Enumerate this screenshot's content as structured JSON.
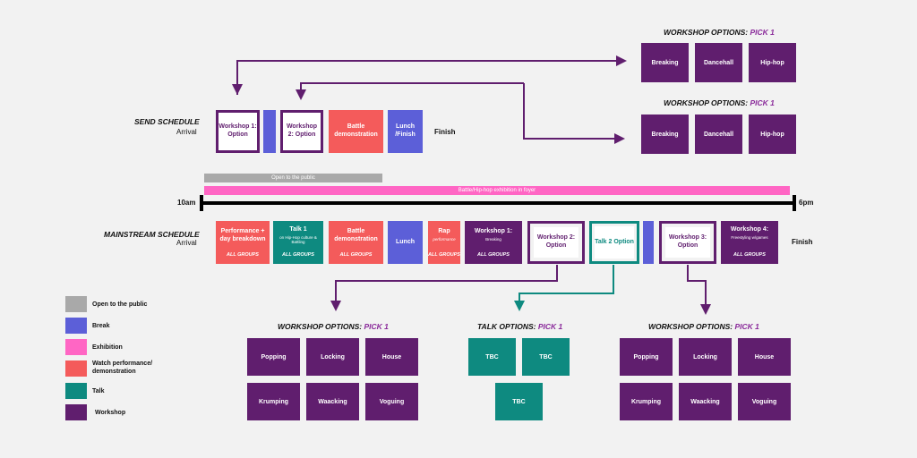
{
  "colors": {
    "workshop": "#601e6e",
    "talk": "#0e8a80",
    "watch": "#f45b5b",
    "break": "#5c5fd8",
    "exhibition": "#ff66c4",
    "open": "#a9a9a9",
    "arrow": "#601e6e"
  },
  "send": {
    "heading": "SEND SCHEDULE",
    "arrival": "Arrival",
    "finish": "Finish",
    "blocks": {
      "ws1": "Workshop 1: Option",
      "ws2": "Workshop 2: Option",
      "battle": "Battle demonstration",
      "lunch": "Lunch /Finish"
    },
    "options_top": {
      "title_prefix": "WORKSHOP OPTIONS:",
      "title_accent": "PICK 1",
      "items": [
        "Breaking",
        "Dancehall",
        "Hip-hop"
      ]
    },
    "options_mid": {
      "title_prefix": "WORKSHOP OPTIONS:",
      "title_accent": "PICK 1",
      "items": [
        "Breaking",
        "Dancehall",
        "Hip-hop"
      ]
    }
  },
  "bars": {
    "open": "Open to the public",
    "exhibition": "Battle/Hip-hop exhibition in foyer"
  },
  "timeline": {
    "start": "10am",
    "end": "6pm"
  },
  "mainstream": {
    "heading": "MAINSTREAM SCHEDULE",
    "arrival": "Arrival",
    "finish": "Finish",
    "blocks": {
      "perf": {
        "title": "Performance + day breakdown",
        "group": "ALL GROUPS"
      },
      "talk1": {
        "title": "Talk 1",
        "sub": "on Hip-Hop culture & Battling",
        "group": "ALL GROUPS"
      },
      "battle": {
        "title": "Battle demonstration",
        "group": "ALL GROUPS"
      },
      "lunch": {
        "title": "Lunch"
      },
      "rap": {
        "title": "Rap",
        "sub": "performance",
        "group": "ALL GROUPS"
      },
      "ws1": {
        "title": "Workshop 1:",
        "sub": "Breaking",
        "group": "ALL GROUPS"
      },
      "ws2": {
        "title": "Workshop 2: Option"
      },
      "talk2": {
        "title": "Talk 2 Option"
      },
      "ws3": {
        "title": "Workshop 3: Option"
      },
      "ws4": {
        "title": "Workshop 4:",
        "sub": "Freestyling w/games",
        "group": "ALL GROUPS"
      }
    }
  },
  "bottom_options": {
    "ws_left": {
      "title_prefix": "WORKSHOP OPTIONS:",
      "title_accent": "PICK 1",
      "items": [
        "Popping",
        "Locking",
        "House",
        "Krumping",
        "Waacking",
        "Voguing"
      ]
    },
    "talk": {
      "title_prefix": "TALK OPTIONS:",
      "title_accent": "PICK 1",
      "items": [
        "TBC",
        "TBC",
        "TBC"
      ]
    },
    "ws_right": {
      "title_prefix": "WORKSHOP OPTIONS:",
      "title_accent": "PICK 1",
      "items": [
        "Popping",
        "Locking",
        "House",
        "Krumping",
        "Waacking",
        "Voguing"
      ]
    }
  },
  "legend": [
    {
      "label": "Open to the public",
      "color": "#a9a9a9"
    },
    {
      "label": "Break",
      "color": "#5c5fd8"
    },
    {
      "label": "Exhibition",
      "color": "#ff66c4"
    },
    {
      "label": "Watch performance/ demonstration",
      "color": "#f45b5b"
    },
    {
      "label": "Talk",
      "color": "#0e8a80"
    },
    {
      "label": "Workshop",
      "color": "#601e6e"
    }
  ]
}
